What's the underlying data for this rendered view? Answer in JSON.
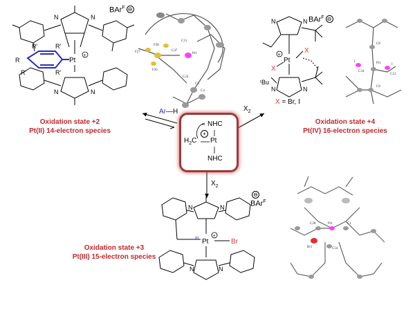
{
  "colors": {
    "label_red": "#c0282d",
    "box_border": "#9b3a3a",
    "aryl_blue": "#2b2bbf",
    "halide_red": "#d43a3a",
    "arrow_black": "#000000"
  },
  "counterions": {
    "tl": {
      "base": "BAr",
      "sup": "F",
      "charge": "⊖"
    },
    "tr": {
      "base": "BAr",
      "sup": "F",
      "charge": "⊖"
    },
    "bm": {
      "base": "BAr",
      "sup": "F",
      "charge": "⊖"
    }
  },
  "center_complex": {
    "top_ligand": "NHC",
    "bottom_ligand": "NHC",
    "metal": "Pt",
    "methylene": "H",
    "methylene_sub": "2",
    "methylene_tail": "C",
    "charge": "+"
  },
  "arrows": {
    "left_reagent": {
      "ar": "Ar",
      "dash": "—",
      "h": "H"
    },
    "right_reagent": {
      "x": "X",
      "sub": "2"
    },
    "down_reagent": {
      "x": "X",
      "sub": "2"
    }
  },
  "labels": {
    "pt2": {
      "line1": "Oxidation state +2",
      "line2": "Pt(II) 14-electron species"
    },
    "pt4": {
      "line1": "Oxidation state +4",
      "line2": "Pt(IV) 16-electron species"
    },
    "pt3": {
      "line1": "Oxidation state +3",
      "line2": "Pt(III) 15-electron species"
    }
  },
  "struct_tl": {
    "substituents": [
      "R'",
      "R'",
      "R'",
      "R'",
      "R"
    ],
    "metal": "Pt",
    "charge": "+"
  },
  "struct_tr": {
    "metal": "Pt",
    "charge": "+",
    "halides": [
      "X",
      "X"
    ],
    "tbu_label": "ᵗBu",
    "legend_x": "X",
    "legend_rest": " = Br, I"
  },
  "struct_bm": {
    "metal": "Pt",
    "charge": "+",
    "oxidation_mark": "III",
    "halide": "Br"
  },
  "xray_tl": {
    "atoms": [
      "F27",
      "F28",
      "F26",
      "C47",
      "Pt1",
      "C31",
      "C24",
      "C3",
      "C4"
    ]
  },
  "xray_tr": {
    "atoms": [
      "C8",
      "Pt1",
      "C34",
      "C12",
      "C6",
      "I",
      "I"
    ]
  },
  "xray_br": {
    "atoms": [
      "C28",
      "Pt1",
      "C1",
      "Br1",
      "C54"
    ]
  }
}
